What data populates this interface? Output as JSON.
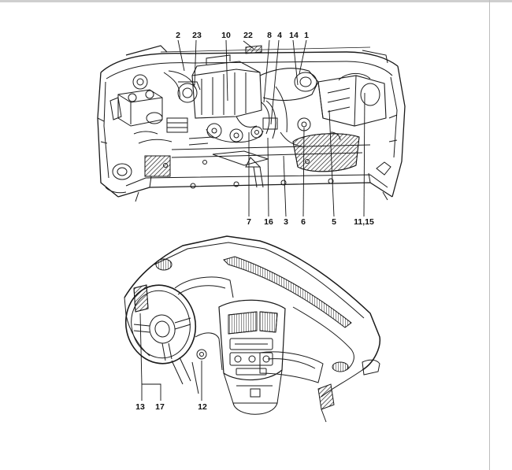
{
  "diagram": {
    "engine_bay_labels": [
      "2",
      "23",
      "10",
      "22",
      "8",
      "4",
      "14",
      "1",
      "7",
      "16",
      "3",
      "6",
      "5",
      "11,15"
    ],
    "dashboard_labels": [
      "13",
      "17",
      "12"
    ]
  }
}
